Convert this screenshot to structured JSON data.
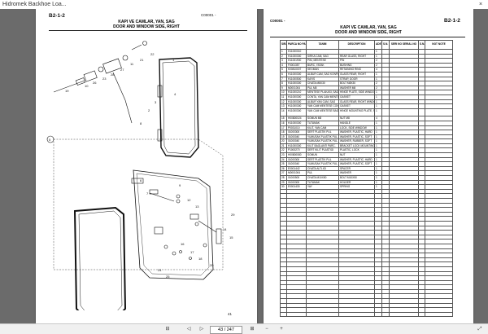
{
  "window": {
    "title": "Hidromek Backhoe Loa...",
    "close_glyph": "×"
  },
  "left_page": {
    "code": "B2-1-2",
    "ref": "C00001 -",
    "title_tr": "KAPI VE CAMLAR, YAN, SAG",
    "title_en": "DOOR AND WINDOW SIDE, RIGHT",
    "callouts": [
      "22",
      "21",
      "11",
      "27",
      "28",
      "23",
      "26",
      "10",
      "19",
      "1",
      "3",
      "4",
      "2",
      "8",
      "5",
      "6",
      "7",
      "9",
      "12",
      "13",
      "14",
      "15",
      "16",
      "17",
      "18",
      "20",
      "24",
      "25",
      "29"
    ],
    "footer_no": "41"
  },
  "right_page": {
    "ref": "C00001 -",
    "code": "B2-1-2",
    "title_tr": "KAPI VE CAMLAR, YAN, SAG",
    "title_en": "DOOR AND WINDOW SIDE, RIGHT",
    "headers": [
      "SIRA NO",
      "PARCA NO PART NO",
      "TANIM",
      "DESCRIPTION",
      "ADET QTY",
      "S.N. NO",
      "SERI NO SERIAL NO",
      "S.N. ICA",
      "NOT NOTE"
    ],
    "rows": [
      [
        "1",
        "H11000010",
        "",
        ""
      ],
      [
        "2",
        "H11000300",
        "SIRKA CAM, SAG",
        "REAR GLASS, RIGHT"
      ],
      [
        "3",
        "H11001900",
        "PIM, MENTESE",
        "PIN"
      ],
      [
        "4",
        "F0001357",
        "BURC, YATAK",
        "BUSHING"
      ],
      [
        "5",
        "K00810007",
        "SEGMAN",
        "RETAINING RING"
      ],
      [
        "6",
        "H11000300",
        "ALBUR CAM, SAG KONPLE",
        "GLASS REAR, RIGHT"
      ],
      [
        "7",
        "H11000500",
        "KAYIS",
        "STRAP, DOOR"
      ],
      [
        "8",
        "H11000300",
        "CIVATA M8X30",
        "BOLT M8X30"
      ],
      [
        "9",
        "M0001004",
        "PUL M8",
        "WASHER M8"
      ],
      [
        "10",
        "H11000210",
        "MENTESE PLAKASI, SAG",
        "HINGE PLATE, SIDE WINDOW"
      ],
      [
        "11",
        "H11000300",
        "CONTA, YAN CAM MENTESE",
        "GASKET"
      ],
      [
        "12",
        "H11000300",
        "ALBUR YAN CAM, SAG",
        "GLASS REAR, RIGHT WINDOW"
      ],
      [
        "13",
        "H11000300",
        "YAN CAM MENTESE CONTASI",
        "GASKET"
      ],
      [
        "14",
        "H11000300",
        "YAN CAM MENTESE BAGL. SAG",
        "HINGE MOUNTING PLATE, SIDE WINDOW"
      ],
      [
        "15",
        "H00800024",
        "SOMUN M8",
        "NUT M8"
      ],
      [
        "16",
        "H11000300",
        "TUTAMAK",
        "HANDLE"
      ],
      [
        "17",
        "P0031010",
        "KILIT, YAN CAM",
        "LOCK, SIDE WINDOW"
      ],
      [
        "18",
        "01000300",
        "SERT PLASTIK PUL",
        "WASHER, PLASTIC, HARD"
      ],
      [
        "19",
        "01000040",
        "YUMUSAK PLASTIK PUL",
        "WASHER, PLASTIC, SOFT"
      ],
      [
        "20",
        "01000040",
        "YUMUSAK PLASTIK PUL",
        "WASHER, RUBBER, SOFT"
      ],
      [
        "21",
        "H11000300",
        "KILIT BAGLANTI PARC.",
        "BRACKET LOCK MOUNTING"
      ],
      [
        "22",
        "P1000270",
        "SERT KILIT PLASTIGI",
        "PLASTIC, LOCK"
      ],
      [
        "23",
        "H00800080",
        "SOMUN",
        "NUT"
      ],
      [
        "24",
        "01000300",
        "SERT PLASTIK PUL",
        "WASHER, PLASTIC, HARD"
      ],
      [
        "25",
        "01000040",
        "YUMUSAK PLASTIK PUL",
        "WASHER, PLASTIC, SOFT"
      ],
      [
        "26",
        "E0001442",
        "CIVATA ALTLIGI",
        "SPACER"
      ],
      [
        "27",
        "M0001004",
        "PUL",
        "WASHER"
      ],
      [
        "28",
        "01000500",
        "CIVATA M10X50",
        "BOLT M10X50"
      ],
      [
        "29",
        "01000300",
        "TUTAMAK",
        "HOLDER"
      ],
      [
        "30",
        "E0001430",
        "YAY",
        "SPRING"
      ]
    ],
    "qtys": [
      "1",
      "1",
      "2",
      "2",
      "4",
      "1",
      "1",
      "2",
      "2",
      "1",
      "1",
      "1",
      "1",
      "1",
      "4",
      "1",
      "1",
      "1",
      "1",
      "1",
      "1",
      "1",
      "1",
      "1",
      "1",
      "1",
      "1",
      "1",
      "1",
      "1"
    ]
  },
  "bottombar": {
    "page_current": "43 / 247",
    "buttons": [
      "⊟",
      "◁",
      "▷",
      "⊞",
      "−",
      "+",
      "⤢"
    ]
  },
  "colors": {
    "viewer_bg": "#6b6b6b",
    "page_bg": "#ffffff",
    "title_red": "#8b0000"
  }
}
